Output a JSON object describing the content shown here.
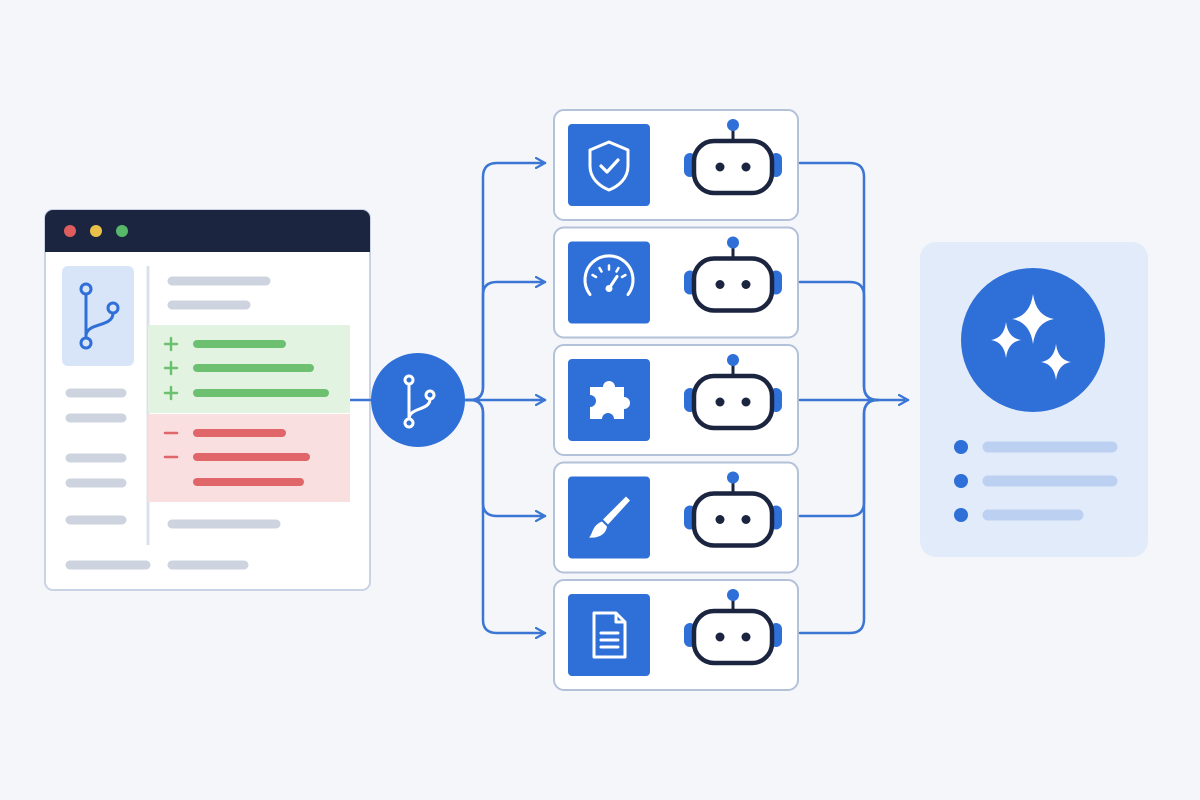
{
  "colors": {
    "background": "#f4f6fa",
    "primary_blue": "#2f6fd8",
    "connector_blue": "#3b76d4",
    "window_titlebar": "#1b2540",
    "window_border": "#c9d3e3",
    "card_border": "#b3c2d9",
    "placeholder_line": "#cdd4df",
    "diff_added_bg": "#e2f4e1",
    "diff_added_line": "#6cc070",
    "diff_removed_bg": "#f9dfe0",
    "diff_removed_line": "#e0666a",
    "result_panel_bg": "#e2ebf9",
    "result_line": "#bcd0f2",
    "robot_outline": "#1b2540",
    "traffic_lights": [
      "#e05d5d",
      "#e8c04a",
      "#58b86a"
    ]
  },
  "diagram": {
    "source": {
      "kind": "code-diff-window",
      "icon": "git-branch-icon",
      "added_lines": 3,
      "removed_lines": 3
    },
    "router": {
      "icon": "git-branch-icon"
    },
    "agents": [
      {
        "id": "security",
        "icon": "shield-check-icon",
        "agent_icon": "robot-icon"
      },
      {
        "id": "performance",
        "icon": "speedometer-icon",
        "agent_icon": "robot-icon"
      },
      {
        "id": "integration",
        "icon": "puzzle-piece-icon",
        "agent_icon": "robot-icon"
      },
      {
        "id": "style",
        "icon": "paint-brush-icon",
        "agent_icon": "robot-icon"
      },
      {
        "id": "documentation",
        "icon": "document-icon",
        "agent_icon": "robot-icon"
      }
    ],
    "result": {
      "icon": "sparkles-icon",
      "bullet_items": 3
    }
  }
}
